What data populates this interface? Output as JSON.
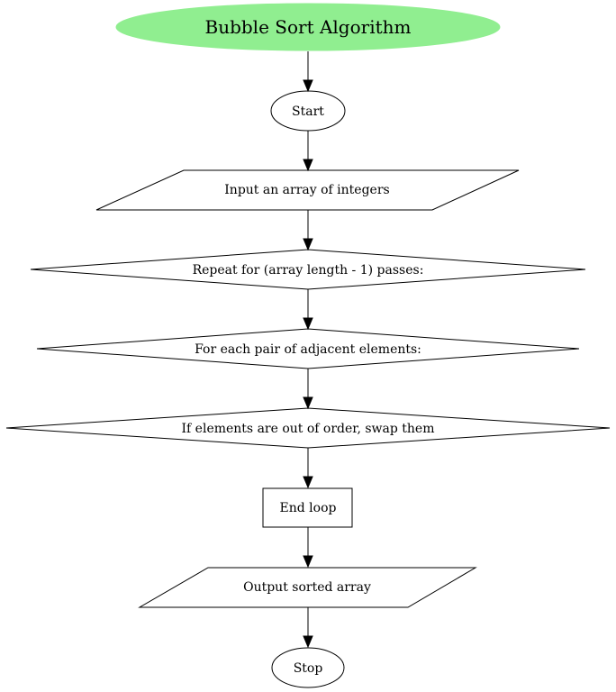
{
  "diagram": {
    "title": "Bubble Sort Algorithm",
    "title_color": "#90ee90",
    "nodes": {
      "start": "Start",
      "input": "Input an array of integers",
      "outer_loop": "Repeat for (array length - 1) passes:",
      "inner_loop": "For each pair of adjacent elements:",
      "swap": "If elements are out of order, swap them",
      "end_loop": "End loop",
      "output": "Output sorted array",
      "stop": "Stop"
    },
    "edges": [
      {
        "from": "title",
        "to": "start"
      },
      {
        "from": "start",
        "to": "input"
      },
      {
        "from": "input",
        "to": "outer_loop"
      },
      {
        "from": "outer_loop",
        "to": "inner_loop"
      },
      {
        "from": "inner_loop",
        "to": "swap"
      },
      {
        "from": "swap",
        "to": "end_loop"
      },
      {
        "from": "end_loop",
        "to": "output"
      },
      {
        "from": "output",
        "to": "stop"
      }
    ]
  }
}
